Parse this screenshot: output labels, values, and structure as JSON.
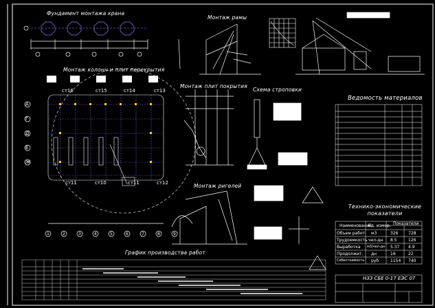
{
  "drawing": {
    "titles": {
      "foundation": "Фундамент монтажа крана",
      "assembly": "Монтаж рамы",
      "column_install": "Монтаж колонн и плит перекрытия",
      "floor_install": "Монтаж плит покрытия",
      "sling_scheme": "Схема строповки",
      "beam_install": "Монтаж ригелей",
      "schedule": "График производства работ",
      "materials": "Ведомость материалов",
      "tech_econ": "Технико-экономические показатели"
    },
    "grid_columns": [
      "ст16",
      "ст15",
      "ст14",
      "ст13"
    ],
    "grid_columns_bottom": [
      "ст11",
      "ст10",
      "ст11",
      "ст12"
    ],
    "grid_rows": [
      "А",
      "Г",
      "Д",
      "Е",
      "Ж"
    ],
    "grid_axes_bottom": [
      "1",
      "2",
      "3",
      "4",
      "5",
      "6",
      "7",
      "8",
      "9"
    ],
    "stamp_code": "НЗЗ СБЕ 0-17 ЕЭС 07",
    "tech_table_headers": [
      "Наименование",
      "Ед. измер.",
      "Показатели"
    ],
    "tech_rows": [
      [
        "Объем работ",
        "м3",
        "326",
        "728"
      ],
      [
        "Трудоемкость",
        "чел-дн",
        "8.5",
        "126"
      ],
      [
        "Выработка",
        "м3/чел-дн",
        "5.37",
        "4.9"
      ],
      [
        "Продолжит.",
        "дн",
        "16",
        "22"
      ],
      [
        "Себестоимость",
        "руб",
        "1154",
        "740"
      ]
    ]
  }
}
